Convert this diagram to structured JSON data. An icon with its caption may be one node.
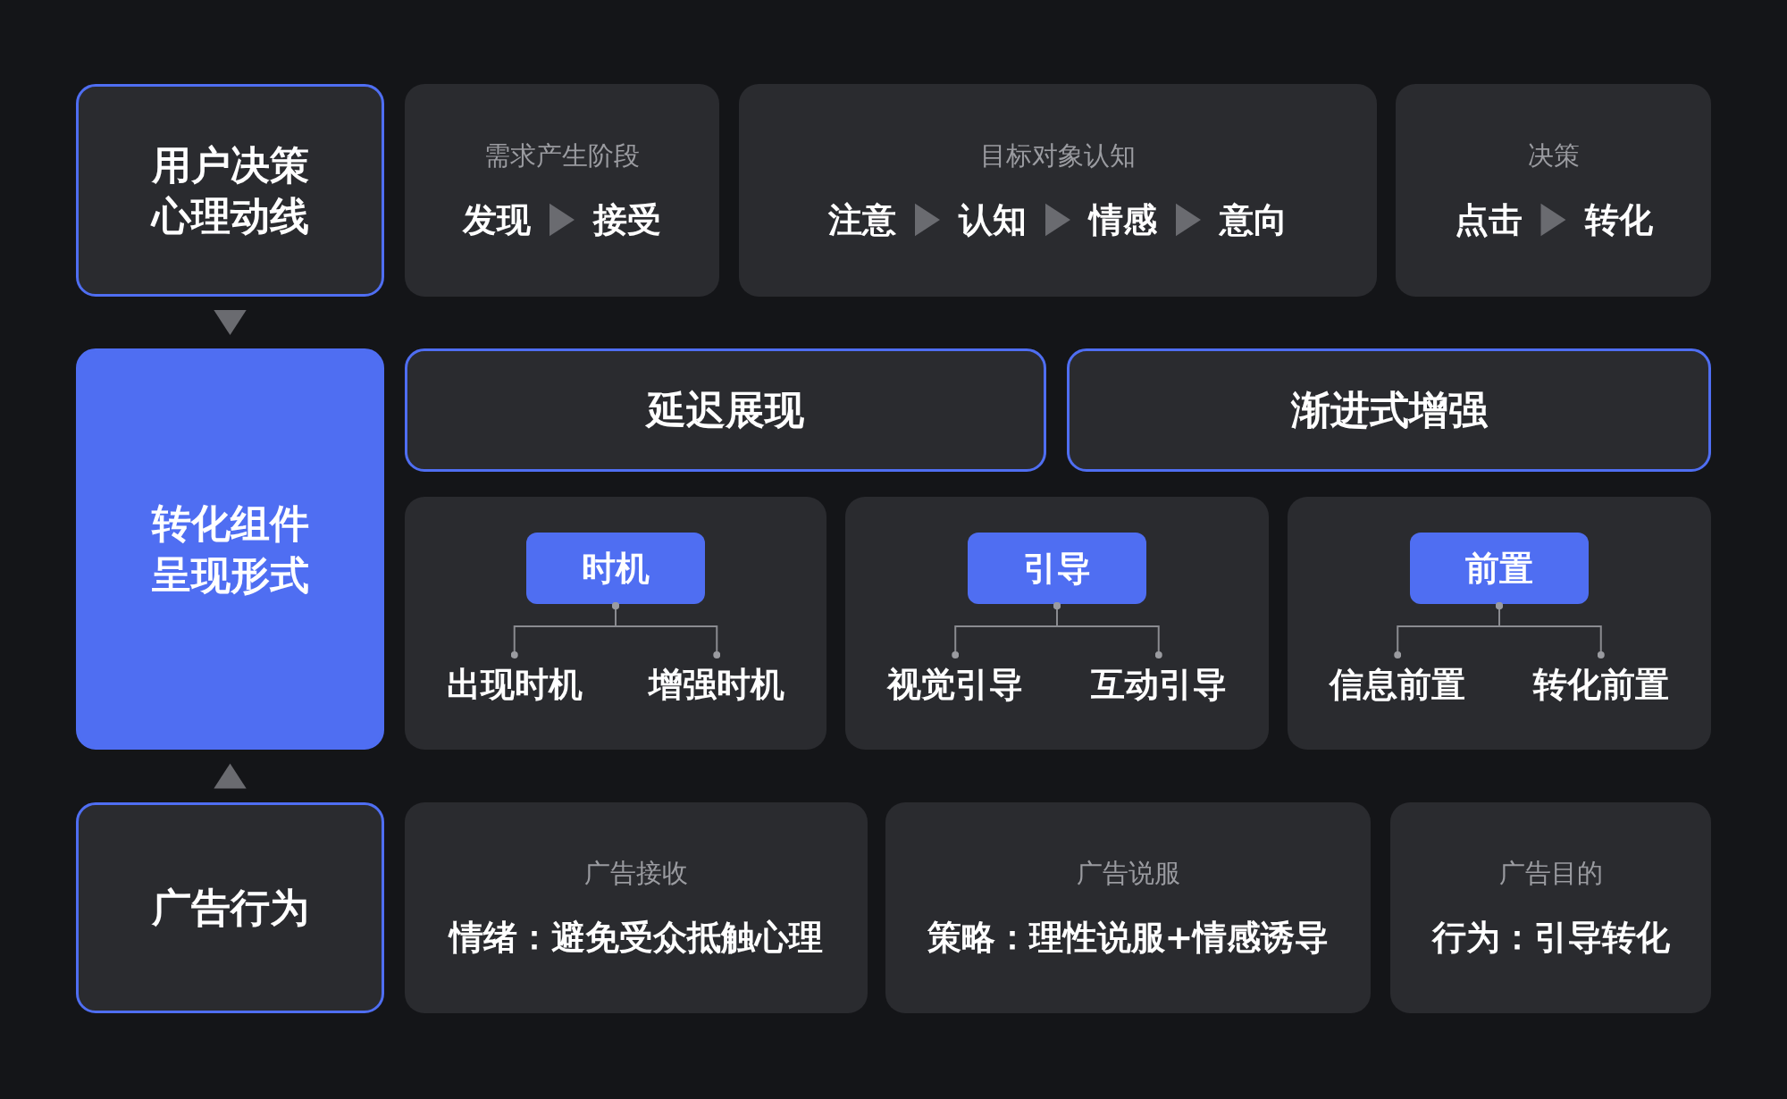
{
  "diagram": {
    "nodes": [
      {
        "text": [
          "用户决策心理动线"
        ]
      },
      {
        "text": [
          "需求产生阶段"
        ]
      },
      {
        "text": [
          "发现"
        ],
        "in": 1
      },
      {
        "text": [
          "接受"
        ],
        "in": 1
      },
      {
        "text": [
          "目标对象认知"
        ]
      },
      {
        "text": [
          "注意"
        ],
        "in": 4
      },
      {
        "text": [
          "认知"
        ],
        "in": 4
      },
      {
        "text": [
          "情感"
        ],
        "in": 4
      },
      {
        "text": [
          "意向"
        ],
        "in": 4
      },
      {
        "text": [
          "决策"
        ]
      },
      {
        "text": [
          "点击"
        ],
        "in": 9
      },
      {
        "text": [
          "转化"
        ],
        "in": 9
      },
      {
        "text": [
          "转化组件呈现形式"
        ]
      },
      {
        "text": [
          "延迟展现"
        ]
      },
      {
        "text": [
          "渐进式增强"
        ]
      },
      {
        "text": [],
        "shape": "box"
      },
      {
        "text": [
          "时机"
        ],
        "in": 15
      },
      {
        "text": [
          "出现时机"
        ],
        "in": 15
      },
      {
        "text": [
          "增强时机"
        ],
        "in": 15
      },
      {
        "text": [],
        "shape": "box"
      },
      {
        "text": [
          "引导"
        ],
        "in": 19
      },
      {
        "text": [
          "视觉引导"
        ],
        "in": 19
      },
      {
        "text": [
          "互动引导"
        ],
        "in": 19
      },
      {
        "text": [],
        "shape": "box"
      },
      {
        "text": [
          "前置"
        ],
        "in": 23
      },
      {
        "text": [
          "信息前置"
        ],
        "in": 23
      },
      {
        "text": [
          "转化前置"
        ],
        "in": 23
      },
      {
        "text": [
          "广告行为"
        ]
      },
      {
        "text": [
          "广告接收",
          "情绪：避免受众抵触心理"
        ]
      },
      {
        "text": [
          "广告说服",
          "策略：理性说服+情感诱导"
        ]
      },
      {
        "text": [
          "广告目的",
          "行为：引导转化"
        ]
      }
    ],
    "edges": [
      {
        "from": 0,
        "to": 12,
        "arrow": "to"
      },
      {
        "from": 2,
        "to": 3,
        "arrow": "to"
      },
      {
        "from": 5,
        "to": 6,
        "arrow": "to"
      },
      {
        "from": 6,
        "to": 7,
        "arrow": "to"
      },
      {
        "from": 7,
        "to": 8,
        "arrow": "to"
      },
      {
        "from": 10,
        "to": 11,
        "arrow": "to"
      },
      {
        "from": 16,
        "to": 17,
        "arrow": "other"
      },
      {
        "from": 16,
        "to": 18,
        "arrow": "other"
      },
      {
        "from": 20,
        "to": 21,
        "arrow": "other"
      },
      {
        "from": 20,
        "to": 22,
        "arrow": "other"
      },
      {
        "from": 24,
        "to": 25,
        "arrow": "other"
      },
      {
        "from": 24,
        "to": 26,
        "arrow": "other"
      },
      {
        "from": 27,
        "to": 12,
        "arrow": "to"
      }
    ]
  }
}
